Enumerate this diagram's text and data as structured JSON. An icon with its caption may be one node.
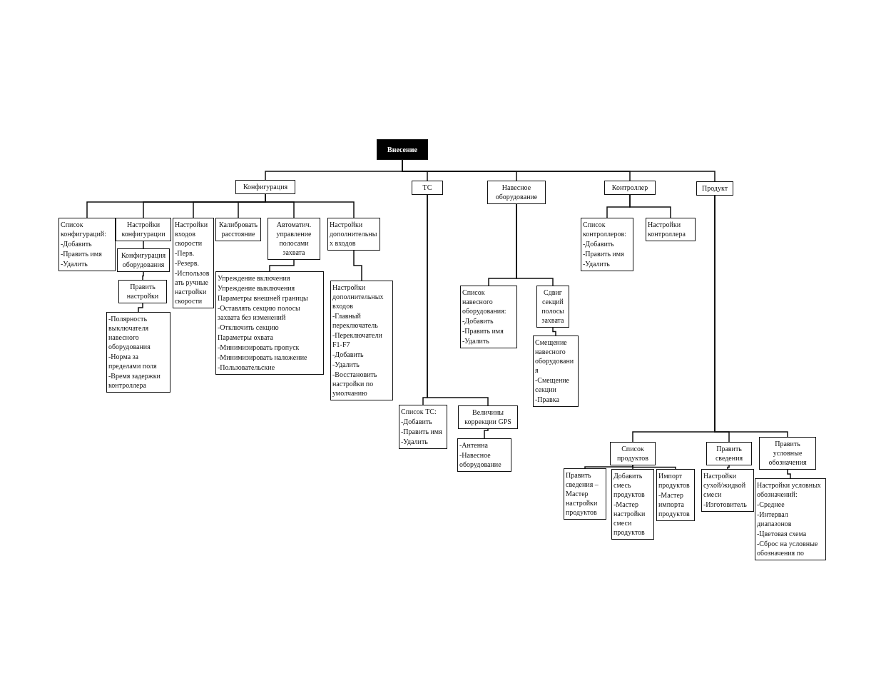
{
  "diagram": {
    "nodes": [
      {
        "text": [
          "Внесение"
        ]
      },
      {
        "text": [
          "Конфигурация"
        ]
      },
      {
        "text": [
          "Список конфигураций:",
          "-Добавить",
          "-Править имя",
          "-Удалить"
        ]
      },
      {
        "text": [
          "Настройки конфигурации"
        ]
      },
      {
        "text": [
          "Конфигурация оборудования"
        ]
      },
      {
        "text": [
          "Править настройки"
        ]
      },
      {
        "text": [
          "-Полярность выключателя навесного оборудования",
          "-Норма за пределами поля",
          "-Время задержки контроллера"
        ]
      },
      {
        "text": [
          "Настройки входов скорости",
          "-Перв.",
          "-Резерв.",
          "-Использовать ручные настройки скорости"
        ]
      },
      {
        "text": [
          "Калибровать расстояние"
        ]
      },
      {
        "text": [
          "Автоматич. управление полосами захвата"
        ]
      },
      {
        "text": [
          "Упреждение включения",
          "Упреждение выключения",
          "Параметры внешней границы",
          "-Оставлять секцию полосы захвата без изменений",
          "-Отключить секцию",
          "Параметры охвата",
          "-Минимизировать пропуск",
          "-Минимизировать наложение",
          "-Пользовательские"
        ]
      },
      {
        "text": [
          "Настройки дополнительных входов"
        ]
      },
      {
        "text": [
          "Настройки дополнительных входов",
          "-Главный переключатель",
          "-Переключатели F1-F7",
          "-Добавить",
          "-Удалить",
          "-Восстановить настройки по умолчанию"
        ]
      },
      {
        "text": [
          "ТС"
        ]
      },
      {
        "text": [
          "Навесное оборудование"
        ]
      },
      {
        "text": [
          "Контроллер"
        ]
      },
      {
        "text": [
          "Продукт"
        ]
      },
      {
        "text": [
          "Список ТС:",
          "-Добавить",
          "-Править имя",
          "-Удалить"
        ]
      },
      {
        "text": [
          "Величины коррекции GPS"
        ]
      },
      {
        "text": [
          "-Антенна",
          "-Навесное оборудование"
        ]
      },
      {
        "text": [
          "Список навесного оборудования:",
          "-Добавить",
          "-Править имя",
          "-Удалить"
        ]
      },
      {
        "text": [
          "Сдвиг секций полосы захвата"
        ]
      },
      {
        "text": [
          "Смещение навесного оборудования",
          "-Смещение секции",
          "-Правка"
        ]
      },
      {
        "text": [
          "Список контроллеров:",
          "-Добавить",
          "-Править имя",
          "-Удалить"
        ]
      },
      {
        "text": [
          "Настройки контроллера"
        ]
      },
      {
        "text": [
          "Список продуктов"
        ]
      },
      {
        "text": [
          "Править сведения"
        ]
      },
      {
        "text": [
          "Править условные обозначения"
        ]
      },
      {
        "text": [
          "Править сведения – Мастер настройки продуктов"
        ]
      },
      {
        "text": [
          "Добавить смесь продуктов",
          "-Мастер настройки смеси продуктов"
        ]
      },
      {
        "text": [
          "Импорт продуктов",
          "-Мастер импорта продуктов"
        ]
      },
      {
        "text": [
          "Настройки сухой/жидкой смеси",
          "-Изготовитель"
        ]
      },
      {
        "text": [
          "Настройки условных обозначений:",
          "-Среднее",
          "-Интервал диапазонов",
          "-Цветовая схема",
          "-Сброс на условные обозначения по"
        ]
      }
    ],
    "edges": [
      {
        "from": 0,
        "to": 1,
        "arrow": "none"
      },
      {
        "from": 0,
        "to": 13,
        "arrow": "none"
      },
      {
        "from": 0,
        "to": 14,
        "arrow": "none"
      },
      {
        "from": 0,
        "to": 15,
        "arrow": "none"
      },
      {
        "from": 0,
        "to": 16,
        "arrow": "none"
      },
      {
        "from": 1,
        "to": 2,
        "arrow": "none"
      },
      {
        "from": 1,
        "to": 3,
        "arrow": "none"
      },
      {
        "from": 1,
        "to": 7,
        "arrow": "none"
      },
      {
        "from": 1,
        "to": 8,
        "arrow": "none"
      },
      {
        "from": 1,
        "to": 9,
        "arrow": "none"
      },
      {
        "from": 1,
        "to": 11,
        "arrow": "none"
      },
      {
        "from": 3,
        "to": 4,
        "arrow": "none"
      },
      {
        "from": 4,
        "to": 5,
        "arrow": "none"
      },
      {
        "from": 5,
        "to": 6,
        "arrow": "none"
      },
      {
        "from": 9,
        "to": 10,
        "arrow": "none"
      },
      {
        "from": 11,
        "to": 12,
        "arrow": "none"
      },
      {
        "from": 13,
        "to": 17,
        "arrow": "none"
      },
      {
        "from": 13,
        "to": 18,
        "arrow": "none"
      },
      {
        "from": 18,
        "to": 19,
        "arrow": "none"
      },
      {
        "from": 14,
        "to": 20,
        "arrow": "none"
      },
      {
        "from": 14,
        "to": 21,
        "arrow": "none"
      },
      {
        "from": 21,
        "to": 22,
        "arrow": "none"
      },
      {
        "from": 15,
        "to": 23,
        "arrow": "none"
      },
      {
        "from": 15,
        "to": 24,
        "arrow": "none"
      },
      {
        "from": 16,
        "to": 25,
        "arrow": "none"
      },
      {
        "from": 16,
        "to": 26,
        "arrow": "none"
      },
      {
        "from": 16,
        "to": 27,
        "arrow": "none"
      },
      {
        "from": 25,
        "to": 28,
        "arrow": "none"
      },
      {
        "from": 25,
        "to": 29,
        "arrow": "none"
      },
      {
        "from": 25,
        "to": 30,
        "arrow": "none"
      },
      {
        "from": 26,
        "to": 31,
        "arrow": "none"
      },
      {
        "from": 27,
        "to": 32,
        "arrow": "none"
      }
    ]
  }
}
